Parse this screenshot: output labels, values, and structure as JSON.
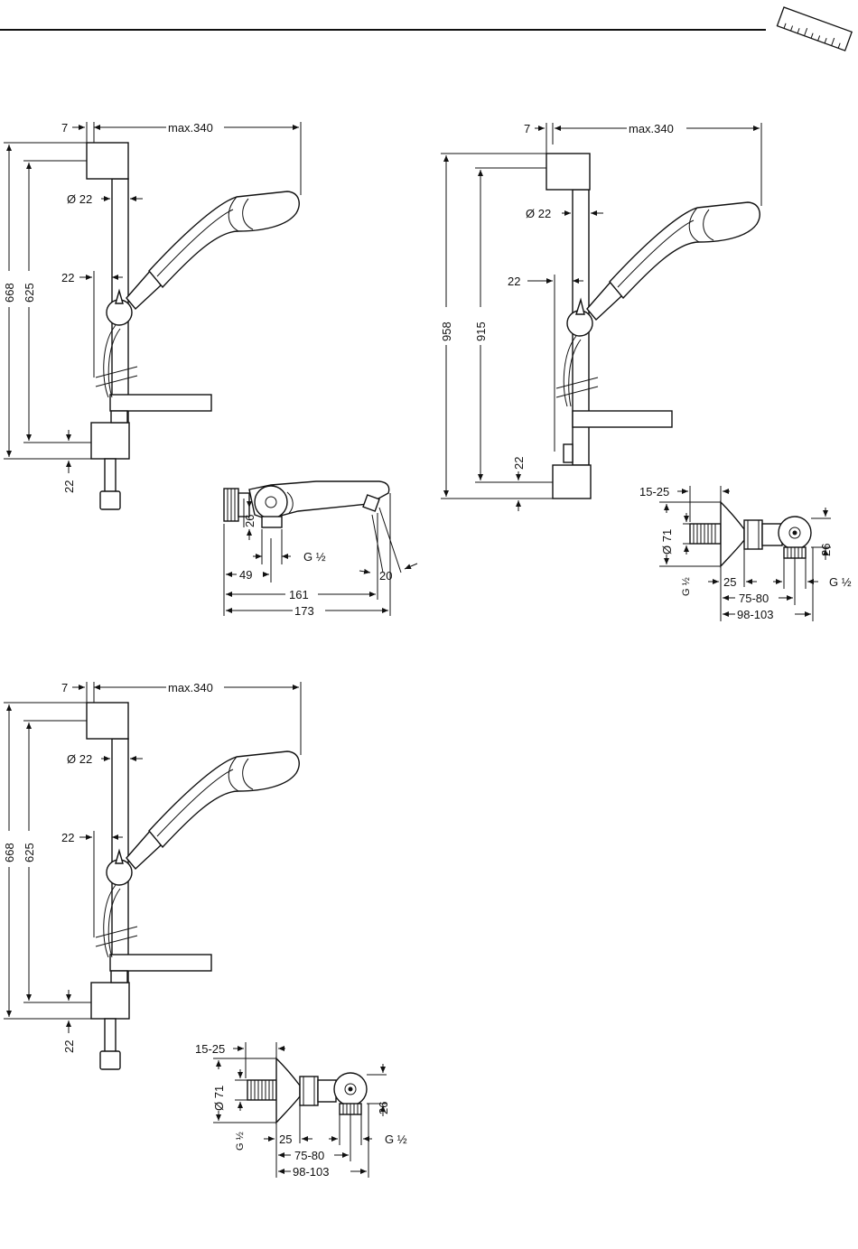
{
  "page": {
    "header_icon": "ruler-icon"
  },
  "set_a": {
    "d7": "7",
    "max": "max.340",
    "dia": "Ø 22",
    "d22a": "22",
    "h668": "668",
    "h625": "625",
    "d22b": "22"
  },
  "set_b": {
    "d7": "7",
    "max": "max.340",
    "dia": "Ø 22",
    "d22a": "22",
    "h958": "958",
    "h915": "915",
    "d22b": "22"
  },
  "set_c": {
    "d7": "7",
    "max": "max.340",
    "dia": "Ø 22",
    "d22a": "22",
    "h668": "668",
    "h625": "625",
    "d22b": "22"
  },
  "spout": {
    "d26": "26",
    "g": "G ½",
    "d49": "49",
    "d161": "161",
    "d173": "173",
    "d20": "20"
  },
  "valve_b": {
    "d1525": "15-25",
    "dia71": "Ø 71",
    "g_left": "G ½",
    "d25": "25",
    "d26": "26",
    "g_right": "G ½",
    "d7580": "75-80",
    "d98103": "98-103"
  },
  "valve_c": {
    "d1525": "15-25",
    "dia71": "Ø 71",
    "g_left": "G ½",
    "d25": "25",
    "d26": "26",
    "g_right": "G ½",
    "d7580": "75-80",
    "d98103": "98-103"
  }
}
